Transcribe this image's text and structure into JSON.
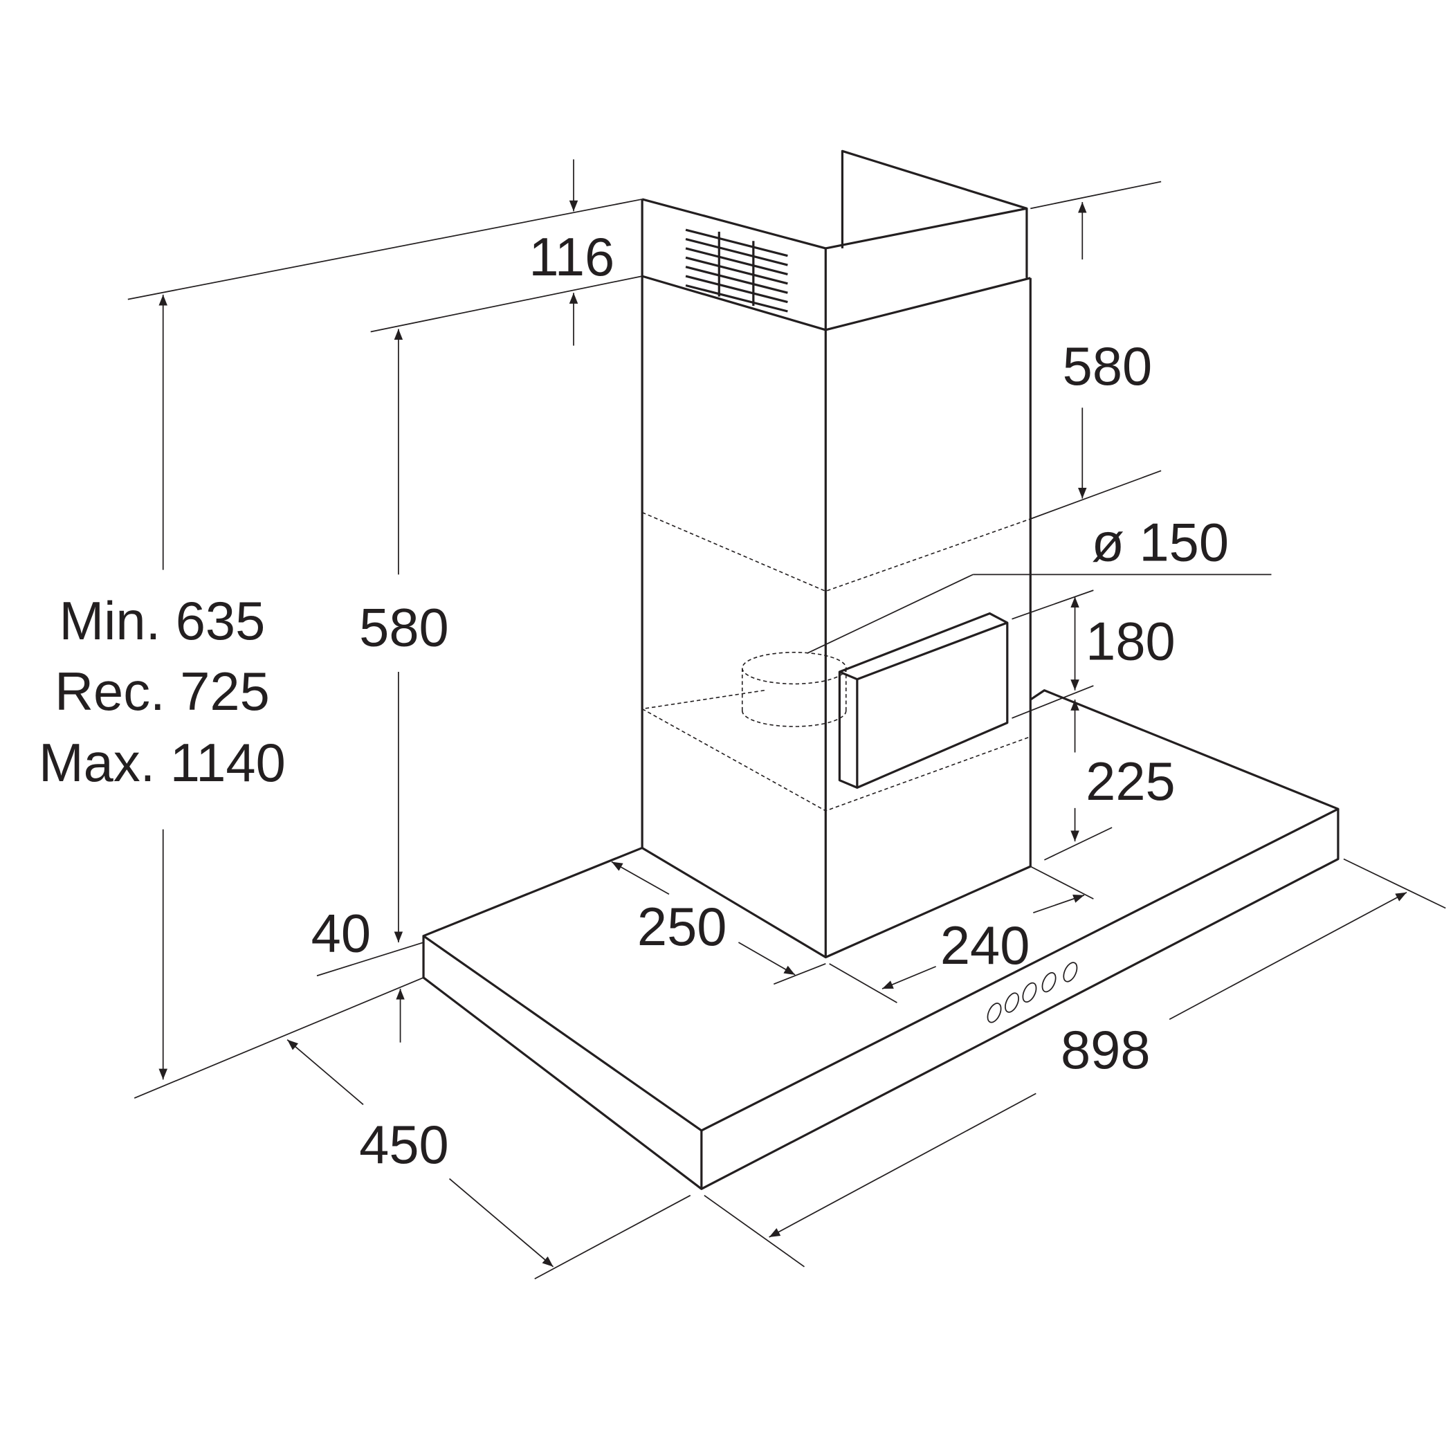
{
  "title": "Chimney cooker hood dimension drawing",
  "stroke_color": "#231f20",
  "dimensions": {
    "top_chimney_offset": "116",
    "upper_chimney_height": "580",
    "lower_chimney_height": "580",
    "duct_diameter": "ø 150",
    "outlet_height": "180",
    "outlet_offset": "225",
    "install_min": "Min. 635",
    "install_rec": "Rec. 725",
    "install_max": "Max. 1140",
    "canopy_thickness": "40",
    "chimney_depth": "250",
    "chimney_width": "240",
    "hood_width": "898",
    "hood_depth": "450"
  }
}
